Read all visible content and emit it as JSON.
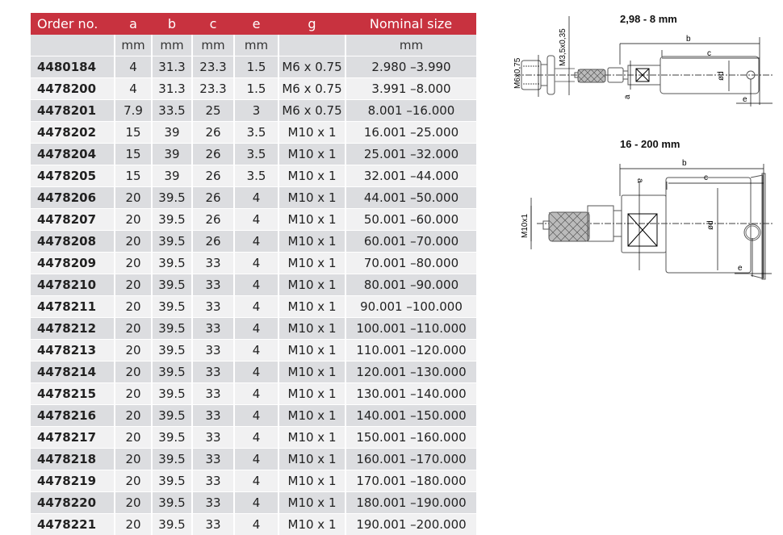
{
  "table": {
    "headers": [
      "Order no.",
      "a",
      "b",
      "c",
      "e",
      "g",
      "Nominal size"
    ],
    "units": [
      "",
      "mm",
      "mm",
      "mm",
      "mm",
      "",
      "mm"
    ],
    "rows": [
      [
        "4480184",
        "4",
        "31.3",
        "23.3",
        "1.5",
        "M6 x 0.75",
        "2.980 –3.990"
      ],
      [
        "4478200",
        "4",
        "31.3",
        "23.3",
        "1.5",
        "M6 x 0.75",
        "3.991 –8.000"
      ],
      [
        "4478201",
        "7.9",
        "33.5",
        "25",
        "3",
        "M6 x 0.75",
        "8.001 –16.000"
      ],
      [
        "4478202",
        "15",
        "39",
        "26",
        "3.5",
        "M10 x 1",
        "16.001 –25.000"
      ],
      [
        "4478204",
        "15",
        "39",
        "26",
        "3.5",
        "M10 x 1",
        "25.001 –32.000"
      ],
      [
        "4478205",
        "15",
        "39",
        "26",
        "3.5",
        "M10 x 1",
        "32.001 –44.000"
      ],
      [
        "4478206",
        "20",
        "39.5",
        "26",
        "4",
        "M10 x 1",
        "44.001 –50.000"
      ],
      [
        "4478207",
        "20",
        "39.5",
        "26",
        "4",
        "M10 x 1",
        "50.001 –60.000"
      ],
      [
        "4478208",
        "20",
        "39.5",
        "26",
        "4",
        "M10 x 1",
        "60.001 –70.000"
      ],
      [
        "4478209",
        "20",
        "39.5",
        "33",
        "4",
        "M10 x 1",
        "70.001 –80.000"
      ],
      [
        "4478210",
        "20",
        "39.5",
        "33",
        "4",
        "M10 x 1",
        "80.001 –90.000"
      ],
      [
        "4478211",
        "20",
        "39.5",
        "33",
        "4",
        "M10 x 1",
        "90.001 –100.000"
      ],
      [
        "4478212",
        "20",
        "39.5",
        "33",
        "4",
        "M10 x 1",
        "100.001 –110.000"
      ],
      [
        "4478213",
        "20",
        "39.5",
        "33",
        "4",
        "M10 x 1",
        "110.001 –120.000"
      ],
      [
        "4478214",
        "20",
        "39.5",
        "33",
        "4",
        "M10 x 1",
        "120.001 –130.000"
      ],
      [
        "4478215",
        "20",
        "39.5",
        "33",
        "4",
        "M10 x 1",
        "130.001 –140.000"
      ],
      [
        "4478216",
        "20",
        "39.5",
        "33",
        "4",
        "M10 x 1",
        "140.001 –150.000"
      ],
      [
        "4478217",
        "20",
        "39.5",
        "33",
        "4",
        "M10 x 1",
        "150.001 –160.000"
      ],
      [
        "4478218",
        "20",
        "39.5",
        "33",
        "4",
        "M10 x 1",
        "160.001 –170.000"
      ],
      [
        "4478219",
        "20",
        "39.5",
        "33",
        "4",
        "M10 x 1",
        "170.001 –180.000"
      ],
      [
        "4478220",
        "20",
        "39.5",
        "33",
        "4",
        "M10 x 1",
        "180.001 –190.000"
      ],
      [
        "4478221",
        "20",
        "39.5",
        "33",
        "4",
        "M10 x 1",
        "190.001 –200.000"
      ]
    ]
  },
  "colors": {
    "header_bg": "#c8323f",
    "row_dark": "#dcdde0",
    "row_light": "#f1f1f2"
  },
  "drawings": {
    "small": {
      "title": "2,98 - 8 mm",
      "labels": {
        "thread": "M6x0,75",
        "pin_thread": "M3,5x0,35",
        "b": "b",
        "c": "c",
        "a": "a",
        "d": "ød",
        "e": "e"
      }
    },
    "large": {
      "title": "16 - 200 mm",
      "labels": {
        "thread": "M10x1",
        "b": "b",
        "c": "c",
        "a": "a",
        "d": "ød",
        "e": "e"
      }
    }
  }
}
